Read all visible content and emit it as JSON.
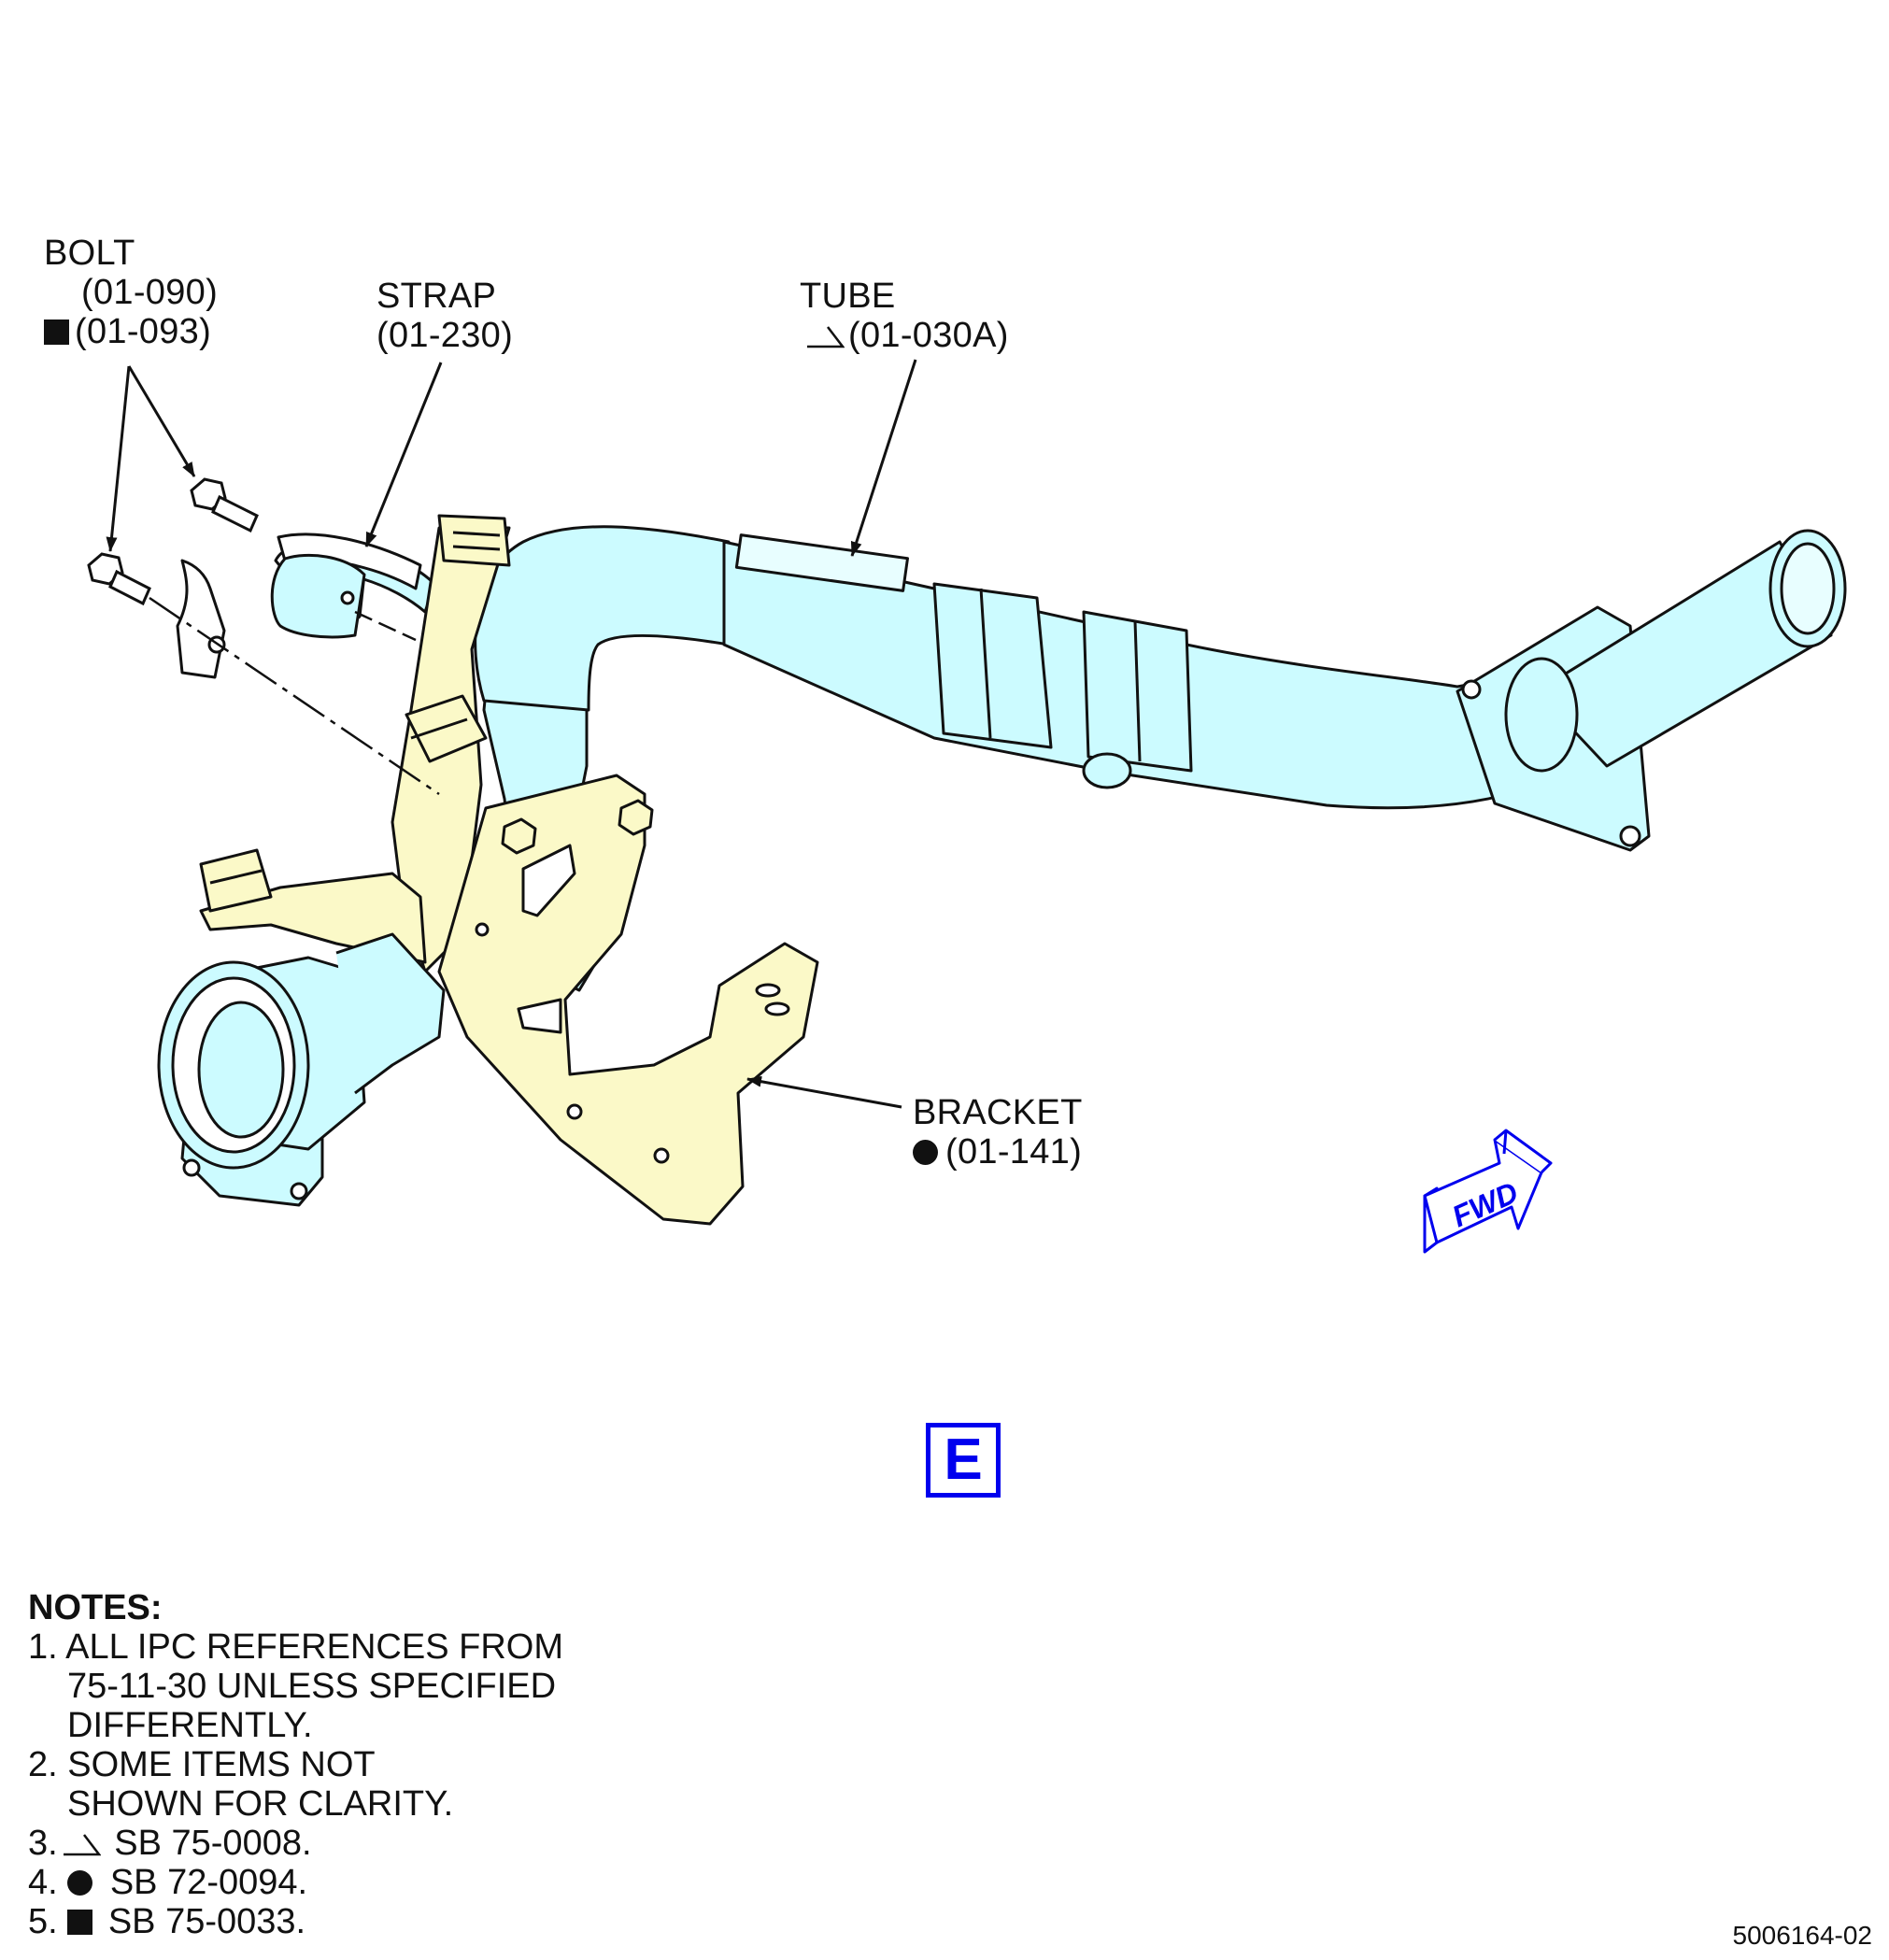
{
  "callouts": {
    "bolt": {
      "name": "BOLT",
      "ref1": "(01-090)",
      "ref2": "(01-093)",
      "ref2_symbol": "square"
    },
    "strap": {
      "name": "STRAP",
      "ref": "(01-230)"
    },
    "tube": {
      "name": "TUBE",
      "ref": "(01-030A)",
      "ref_symbol": "angle"
    },
    "bracket": {
      "name": "BRACKET",
      "ref": "(01-141)",
      "ref_symbol": "dot"
    }
  },
  "view_label": "E",
  "direction_arrow": {
    "text": "FWD",
    "color": "#0000ee"
  },
  "notes": {
    "heading": "NOTES:",
    "items": [
      {
        "num": "1.",
        "lines": [
          "ALL IPC REFERENCES FROM",
          "75-11-30 UNLESS SPECIFIED",
          "DIFFERENTLY."
        ]
      },
      {
        "num": "2.",
        "lines": [
          "SOME ITEMS NOT",
          "SHOWN FOR CLARITY."
        ]
      },
      {
        "num": "3.",
        "symbol": "angle",
        "text": "SB 75-0008."
      },
      {
        "num": "4.",
        "symbol": "dot",
        "text": "SB 72-0094."
      },
      {
        "num": "5.",
        "symbol": "square",
        "text": "SB 75-0033."
      }
    ]
  },
  "document_number": "5006164-02",
  "colors": {
    "tube_fill": "#ccfbff",
    "bracket_fill": "#fbf9c8",
    "outline": "#111111",
    "accent_blue": "#0000ee"
  }
}
